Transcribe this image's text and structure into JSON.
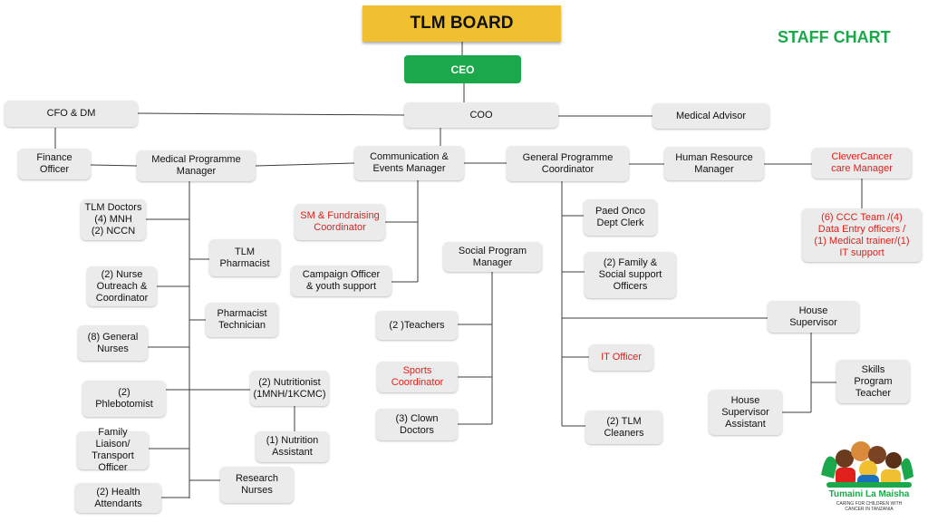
{
  "header": {
    "board": "TLM BOARD",
    "ceo": "CEO",
    "title": "STAFF CHART"
  },
  "boxes": {
    "cfo": "CFO & DM",
    "coo": "COO",
    "medical_advisor": "Medical Advisor",
    "finance_officer": "Finance\nOfficer",
    "medical_programme_manager": "Medical Programme\nManager",
    "communication_events_manager": "Communication &\nEvents Manager",
    "general_programme_coordinator": "General Programme\nCoordinator",
    "human_resource_manager": "Human Resource\nManager",
    "clevercancer_care_manager": "CleverCancer\ncare Manager",
    "tlm_doctors": "TLM  Doctors\n(4) MNH\n(2) NCCN",
    "tlm_pharmacist": "TLM\nPharmacist",
    "nurse_outreach": "(2) Nurse\nOutreach &\nCoordinator",
    "pharmacist_technician": "Pharmacist\nTechnician",
    "general_nurses": "(8) General\nNurses",
    "phlebotomist": "(2)\nPhlebotomist",
    "nutritionist": "(2) Nutritionist\n(1MNH/1KCMC)",
    "family_liaison": "Family Liaison/\nTransport\nOfficer",
    "nutrition_assistant": "(1) Nutrition\nAssistant",
    "research_nurses": "Research\nNurses",
    "health_attendants": "(2) Health\nAttendants",
    "sm_fundraising": "SM & Fundraising\nCoordinator",
    "campaign_officer": "Campaign Officer\n& youth support",
    "social_program_manager": "Social Program\nManager",
    "teachers": "(2 )Teachers",
    "sports_coordinator": "Sports\nCoordinator",
    "clown_doctors": "(3) Clown\nDoctors",
    "paed_onco_clerk": "Paed Onco\nDept Clerk",
    "family_social_support": "(2) Family &\nSocial support\nOfficers",
    "house_supervisor": "House\nSupervisor",
    "it_officer": "IT Officer",
    "tlm_cleaners": "(2) TLM\nCleaners",
    "skills_teacher": "Skills\nProgram\nTeacher",
    "house_supervisor_assistant": "House\nSupervisor\nAssistant",
    "ccc_team": "(6) CCC Team /(4)\nData Entry officers /\n(1) Medical trainer/(1)\nIT support"
  },
  "logo": {
    "name": "Tumaini La Maisha",
    "tagline": "CARING FOR CHILDREN WITH\nCANCER IN TANZANIA"
  },
  "colors": {
    "board": "#f0c030",
    "ceo": "#1aa84a",
    "title": "#1aa84a",
    "highlight_text": "#e0201b",
    "box_fill": "#ebebeb",
    "connector": "#3c3c3c"
  }
}
